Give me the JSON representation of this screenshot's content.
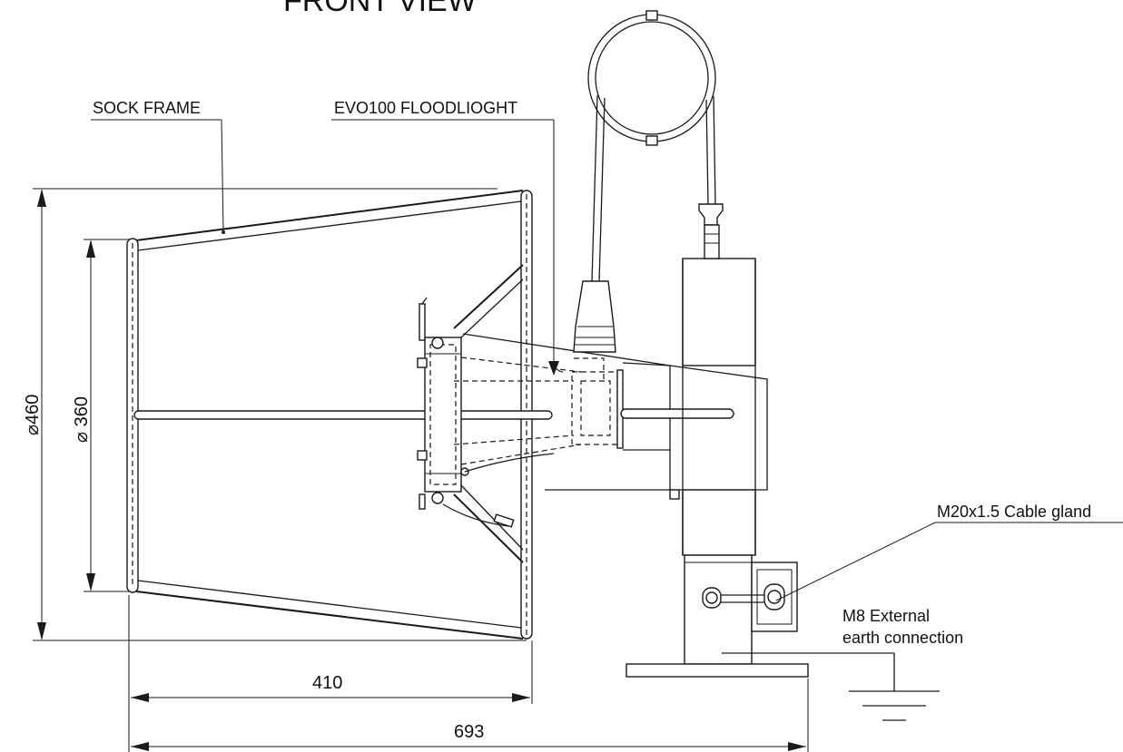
{
  "drawing": {
    "view_title": "FRONT VIEW",
    "labels": {
      "sock_frame": "SOCK FRAME",
      "floodlight": "EVO100 FLOODLIOGHT",
      "cable_gland": "M20x1.5 Cable gland",
      "earth_line1": "M8 External",
      "earth_line2": "earth connection"
    },
    "dimensions": {
      "outer_diameter": "⌀460",
      "inner_diameter": "⌀ 360",
      "frame_length": "410",
      "overall_length": "693"
    }
  }
}
